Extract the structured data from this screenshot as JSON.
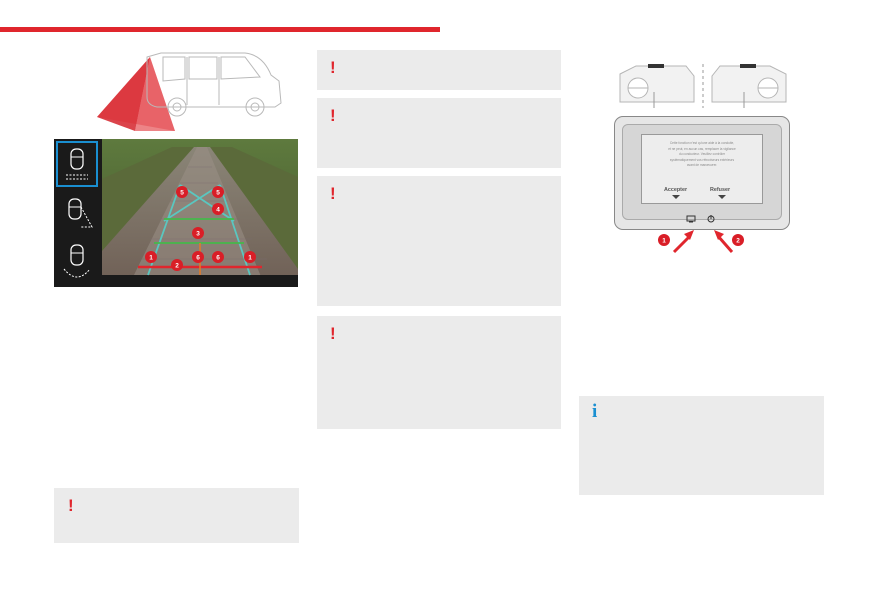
{
  "colors": {
    "accent_red": "#e0262d",
    "info_blue": "#1a8fd1",
    "panel_gray": "#ebebeb"
  },
  "camera_view": {
    "markers": [
      "5",
      "5",
      "4",
      "3",
      "1",
      "2",
      "6",
      "6",
      "1"
    ],
    "sidebar_icons": [
      "rear-view-icon",
      "side-view-icon",
      "top-view-icon"
    ]
  },
  "warning_icons": [
    "!",
    "!",
    "!",
    "!",
    "!"
  ],
  "info_icon": "i",
  "screen": {
    "lines": [
      "Cette fonction n'est qu'une aide à la conduite,",
      "et ne peut, en aucun cas, remplacer la vigilance",
      "du conducteur. Veuillez contrôler",
      "systématiquement vos rétroviseurs extérieurs",
      "avant de manœuvrer."
    ],
    "accept_label": "Accepter",
    "refuse_label": "Refuser",
    "callouts": [
      "1",
      "2"
    ]
  }
}
